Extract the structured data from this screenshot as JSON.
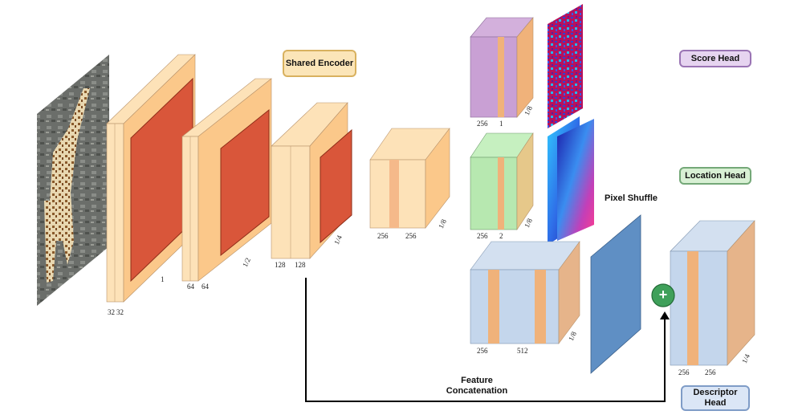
{
  "heads": {
    "shared_encoder": "Shared Encoder",
    "score_head": "Score Head",
    "location_head": "Location Head",
    "descriptor_head": "Descriptor Head"
  },
  "labels": {
    "pixel_shuffle": "Pixel Shuffle",
    "feature_concatenation": "Feature Concatenation",
    "plus_symbol": "+"
  },
  "dims": {
    "block1": [
      "32",
      "32",
      "1"
    ],
    "block2": [
      "64",
      "64",
      "1/2"
    ],
    "block3": [
      "128",
      "128",
      "1/4"
    ],
    "block4": [
      "256",
      "256",
      "1/8"
    ],
    "score": [
      "256",
      "1",
      "1/8"
    ],
    "location": [
      "256",
      "2",
      "1/8"
    ],
    "desc_in": [
      "256",
      "512",
      "1/8"
    ],
    "desc_out": [
      "256",
      "256",
      "1/4"
    ]
  },
  "colors": {
    "encoder_light": "#fde2b8",
    "encoder_mid": "#fbc88a",
    "encoder_core": "#d9563a",
    "score_purple": "#c9a0d4",
    "location_green": "#b7e8b0",
    "desc_blue": "#c4d6ec",
    "shuffle_blue": "#5f8fc4",
    "accent_orange": "#f0b27a",
    "plus_green": "#3fa05a"
  }
}
